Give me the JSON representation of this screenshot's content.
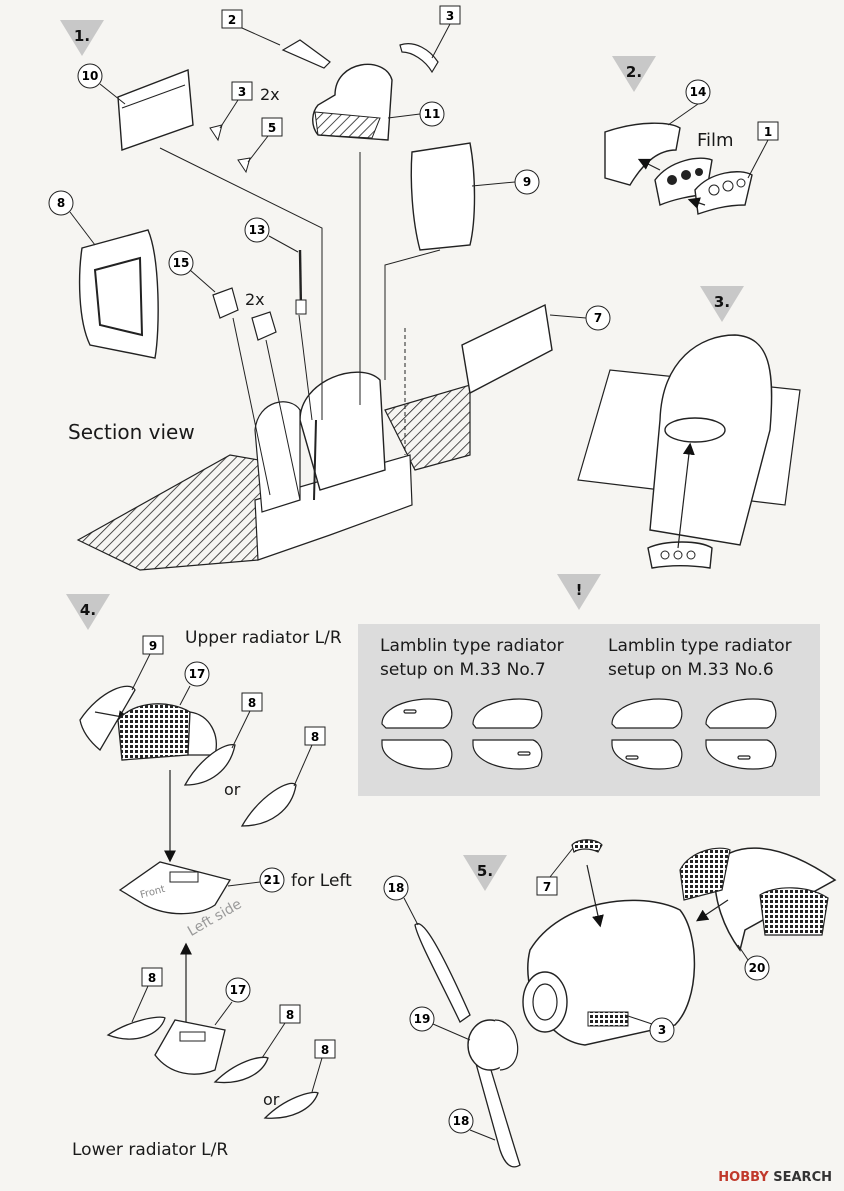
{
  "steps": [
    "1.",
    "2.",
    "3.",
    "4.",
    "5."
  ],
  "labels": {
    "section_view": "Section view",
    "film": "Film",
    "times_2x_a": "2x",
    "times_2x_b": "2x",
    "upper_radiator": "Upper radiator L/R",
    "lower_radiator": "Lower radiator L/R",
    "or_a": "or",
    "or_b": "or",
    "for_left": "for Left",
    "front": "Front",
    "left_side": "Left side",
    "attention": "!"
  },
  "note": {
    "left_title_1": "Lamblin type radiator",
    "left_title_2": "setup on M.33 No.7",
    "right_title_1": "Lamblin type radiator",
    "right_title_2": "setup on M.33 No.6"
  },
  "callouts": [
    "2",
    "3",
    "10",
    "3",
    "5",
    "11",
    "14",
    "1",
    "9",
    "8",
    "13",
    "15",
    "7",
    "9",
    "17",
    "8",
    "8",
    "21",
    "7",
    "18",
    "19",
    "18",
    "17",
    "8",
    "8",
    "3",
    "20"
  ],
  "watermark": {
    "logo": "HOBBY",
    "text": "SEARCH"
  }
}
